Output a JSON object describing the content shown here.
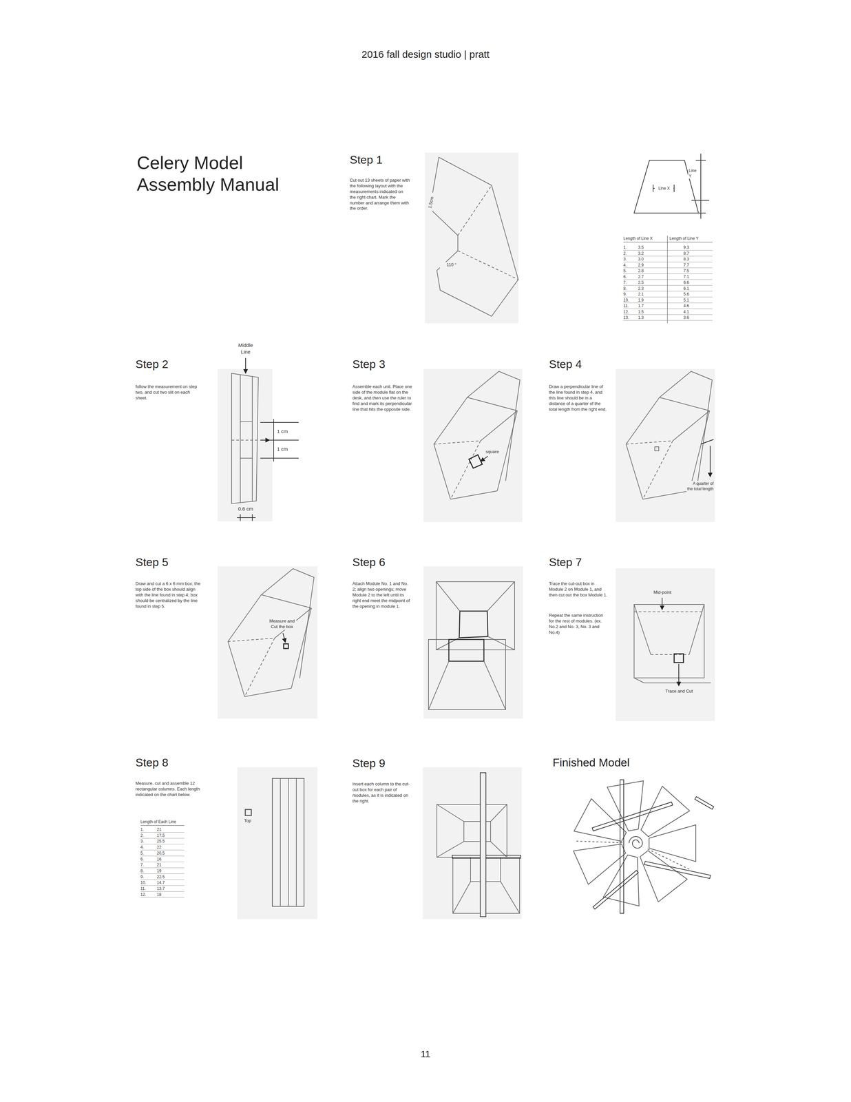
{
  "diagram": {
    "title": "Celery Model Assembly Manual",
    "labels": [
      "2016 fall design studio | pratt",
      "Step 1",
      "Cut out 13 sheets of paper with the following layout with the measurements indicated on the right chart. Mark the number and arrange them with the order.",
      "1.5cm",
      "110 °",
      "Line Y",
      "Line X",
      "Length of Line X",
      "Length of Line Y",
      "1.",
      "3.5",
      "9.3",
      "2.",
      "3.2",
      "8.7",
      "3.",
      "3.0",
      "8.3",
      "4.",
      "2.9",
      "7.7",
      "5.",
      "2.8",
      "7.5",
      "6.",
      "2.7",
      "7.1",
      "7.",
      "2.5",
      "6.6",
      "8.",
      "2.3",
      "6.1",
      "9.",
      "2.1",
      "5.6",
      "10.",
      "1.9",
      "5.1",
      "11.",
      "1.7",
      "4.6",
      "12.",
      "1.5",
      "4.1",
      "13.",
      "1.3",
      "3.6",
      "Step 2",
      "follow the measurement on step two, and cut two slit on each sheet.",
      "Middle Line",
      "1 cm",
      "1 cm",
      "0.6 cm",
      "Step 3",
      "Assemble each unit. Place one side of the module flat on the desk, and then use the ruler to find and mark its perpendicular line that hits the opposite side.",
      "square",
      "Step 4",
      "Draw a perpendicular line of the line found in step 4, and this line should be in a distance of a quarter of the total length from the right end.",
      "A quarter of the total length",
      "Step 5",
      "Draw and cut a 6 x 6 mm box; the top side of the box should align with the line found in step 4; box should be centralized by the line found in step 5.",
      "Measure and Cut the box",
      "Step 6",
      "Attach Module No. 1 and No. 2; align two openings; move Module 2 to the left until its right end meet the midpoint of the opening in module 1.",
      "Step 7",
      "Trace the cut-out box in Module 2 on Module 1, and then cut out the box Module 1.",
      "Repeat the same instruction for the rest of modules. (ex. No.2 and No. 3, No. 3 and No.4)",
      "Mid-point",
      "Trace and Cut",
      "Step 8",
      "Measure, cut and assemble 12 rectangular columns. Each length indicated on the chart below.",
      "Length of Each Line",
      "1.",
      "21",
      "2.",
      "17.5",
      "3.",
      "25.5",
      "4.",
      "22",
      "5.",
      "20.5",
      "6.",
      "16",
      "7.",
      "21",
      "8.",
      "19",
      "9.",
      "22.5",
      "10.",
      "14.7",
      "11.",
      "13.7",
      "12.",
      "18",
      "Top",
      "Step 9",
      "Insert each column to the cut-out box for each pair of modules, as it is indicated on the right.",
      "Finished Model",
      "11"
    ]
  }
}
